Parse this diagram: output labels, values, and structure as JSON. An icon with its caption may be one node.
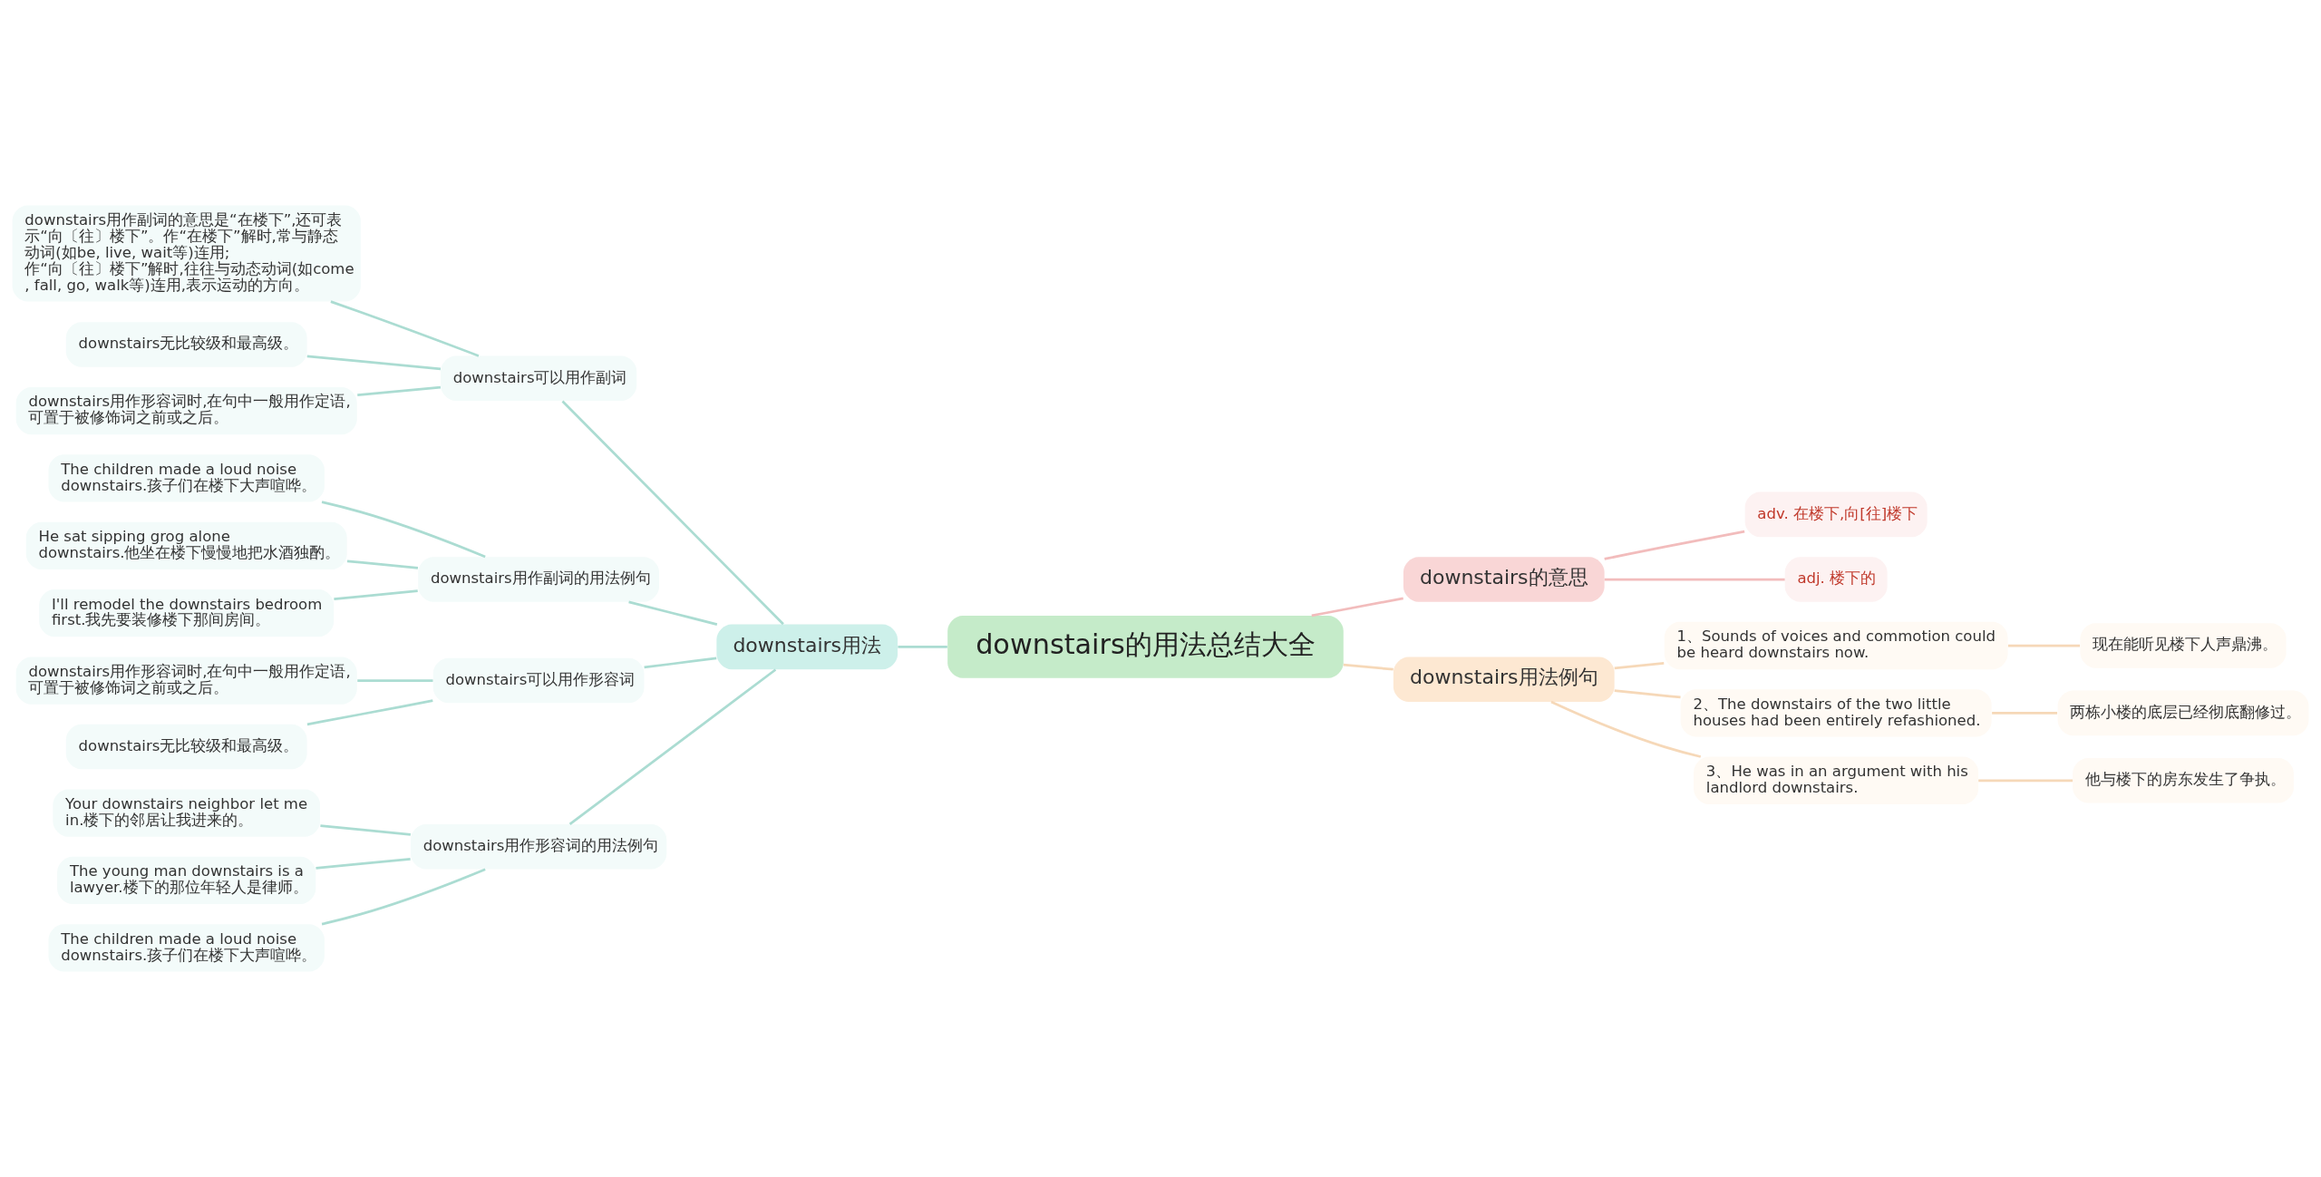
{
  "diagram": {
    "nodes": [
      {
        "text": [
          "downstairs的用法总结大全"
        ]
      },
      {
        "text": [
          "downstairs用法"
        ]
      },
      {
        "text": [
          "downstairs可以用作副词"
        ]
      },
      {
        "text": [
          "downstairs用作副词的意思是“在楼下”,还可表示“向〔往〕楼下”。作“在楼下”解时,常与静态动词(如be, live, wait等)连用; 作“向〔往〕楼下”解时,往往与动态动词(如come, fall, go, walk等)连用,表示运动的方向。"
        ]
      },
      {
        "text": [
          "downstairs无比较级和最高级。"
        ]
      },
      {
        "text": [
          "downstairs用作形容词时,在句中一般用作定语,可置于被修饰词之前或之后。"
        ]
      },
      {
        "text": [
          "downstairs用作副词的用法例句"
        ]
      },
      {
        "text": [
          "The children made a loud noise downstairs.孩子们在楼下大声喧哗。"
        ]
      },
      {
        "text": [
          "He sat sipping grog alone downstairs.他坐在楼下慢慢地把水酒独酌。"
        ]
      },
      {
        "text": [
          "I'll remodel the downstairs bedroom first.我先要装修楼下那间房间。"
        ]
      },
      {
        "text": [
          "downstairs可以用作形容词"
        ]
      },
      {
        "text": [
          "downstairs用作形容词时,在句中一般用作定语,可置于被修饰词之前或之后。"
        ]
      },
      {
        "text": [
          "downstairs无比较级和最高级。"
        ]
      },
      {
        "text": [
          "downstairs用作形容词的用法例句"
        ]
      },
      {
        "text": [
          "Your downstairs neighbor let me in.楼下的邻居让我进来的。"
        ]
      },
      {
        "text": [
          "The young man downstairs is a lawyer.楼下的那位年轻人是律师。"
        ]
      },
      {
        "text": [
          "The children made a loud noise downstairs.孩子们在楼下大声喧哗。"
        ]
      },
      {
        "text": [
          "downstairs的意思"
        ]
      },
      {
        "text": [
          "adv. 在楼下,向[往]楼下"
        ]
      },
      {
        "text": [
          "adj. 楼下的"
        ]
      },
      {
        "text": [
          "downstairs用法例句"
        ]
      },
      {
        "text": [
          "1、Sounds of voices and commotion could be heard downstairs now."
        ]
      },
      {
        "text": [
          "现在能听见楼下人声鼎沸。"
        ]
      },
      {
        "text": [
          "2、The downstairs of the two little houses had been entirely refashioned."
        ]
      },
      {
        "text": [
          "两栋小楼的底层已经彻底翻修过。"
        ]
      },
      {
        "text": [
          "3、He was in an argument with his landlord downstairs."
        ]
      },
      {
        "text": [
          "他与楼下的房东发生了争执。"
        ]
      }
    ],
    "edges": [
      {
        "from": 0,
        "to": 1,
        "arrow": "none"
      },
      {
        "from": 1,
        "to": 2,
        "arrow": "none"
      },
      {
        "from": 2,
        "to": 3,
        "arrow": "none"
      },
      {
        "from": 2,
        "to": 4,
        "arrow": "none"
      },
      {
        "from": 2,
        "to": 5,
        "arrow": "none"
      },
      {
        "from": 1,
        "to": 6,
        "arrow": "none"
      },
      {
        "from": 6,
        "to": 7,
        "arrow": "none"
      },
      {
        "from": 6,
        "to": 8,
        "arrow": "none"
      },
      {
        "from": 6,
        "to": 9,
        "arrow": "none"
      },
      {
        "from": 1,
        "to": 10,
        "arrow": "none"
      },
      {
        "from": 10,
        "to": 11,
        "arrow": "none"
      },
      {
        "from": 10,
        "to": 12,
        "arrow": "none"
      },
      {
        "from": 1,
        "to": 13,
        "arrow": "none"
      },
      {
        "from": 13,
        "to": 14,
        "arrow": "none"
      },
      {
        "from": 13,
        "to": 15,
        "arrow": "none"
      },
      {
        "from": 13,
        "to": 16,
        "arrow": "none"
      },
      {
        "from": 0,
        "to": 17,
        "arrow": "none",
        "color": "#f2bcbc"
      },
      {
        "from": 17,
        "to": 18,
        "arrow": "none",
        "color": "#f2bcbc"
      },
      {
        "from": 17,
        "to": 19,
        "arrow": "none",
        "color": "#f2bcbc"
      },
      {
        "from": 0,
        "to": 20,
        "arrow": "none",
        "color": "#f6d8b8"
      },
      {
        "from": 20,
        "to": 21,
        "arrow": "none",
        "color": "#f6d8b8"
      },
      {
        "from": 21,
        "to": 22,
        "arrow": "none",
        "color": "#f6d8b8"
      },
      {
        "from": 20,
        "to": 23,
        "arrow": "none",
        "color": "#f6d8b8"
      },
      {
        "from": 23,
        "to": 24,
        "arrow": "none",
        "color": "#f6d8b8"
      },
      {
        "from": 20,
        "to": 25,
        "arrow": "none",
        "color": "#f6d8b8"
      },
      {
        "from": 25,
        "to": 26,
        "arrow": "none",
        "color": "#f6d8b8"
      }
    ]
  }
}
